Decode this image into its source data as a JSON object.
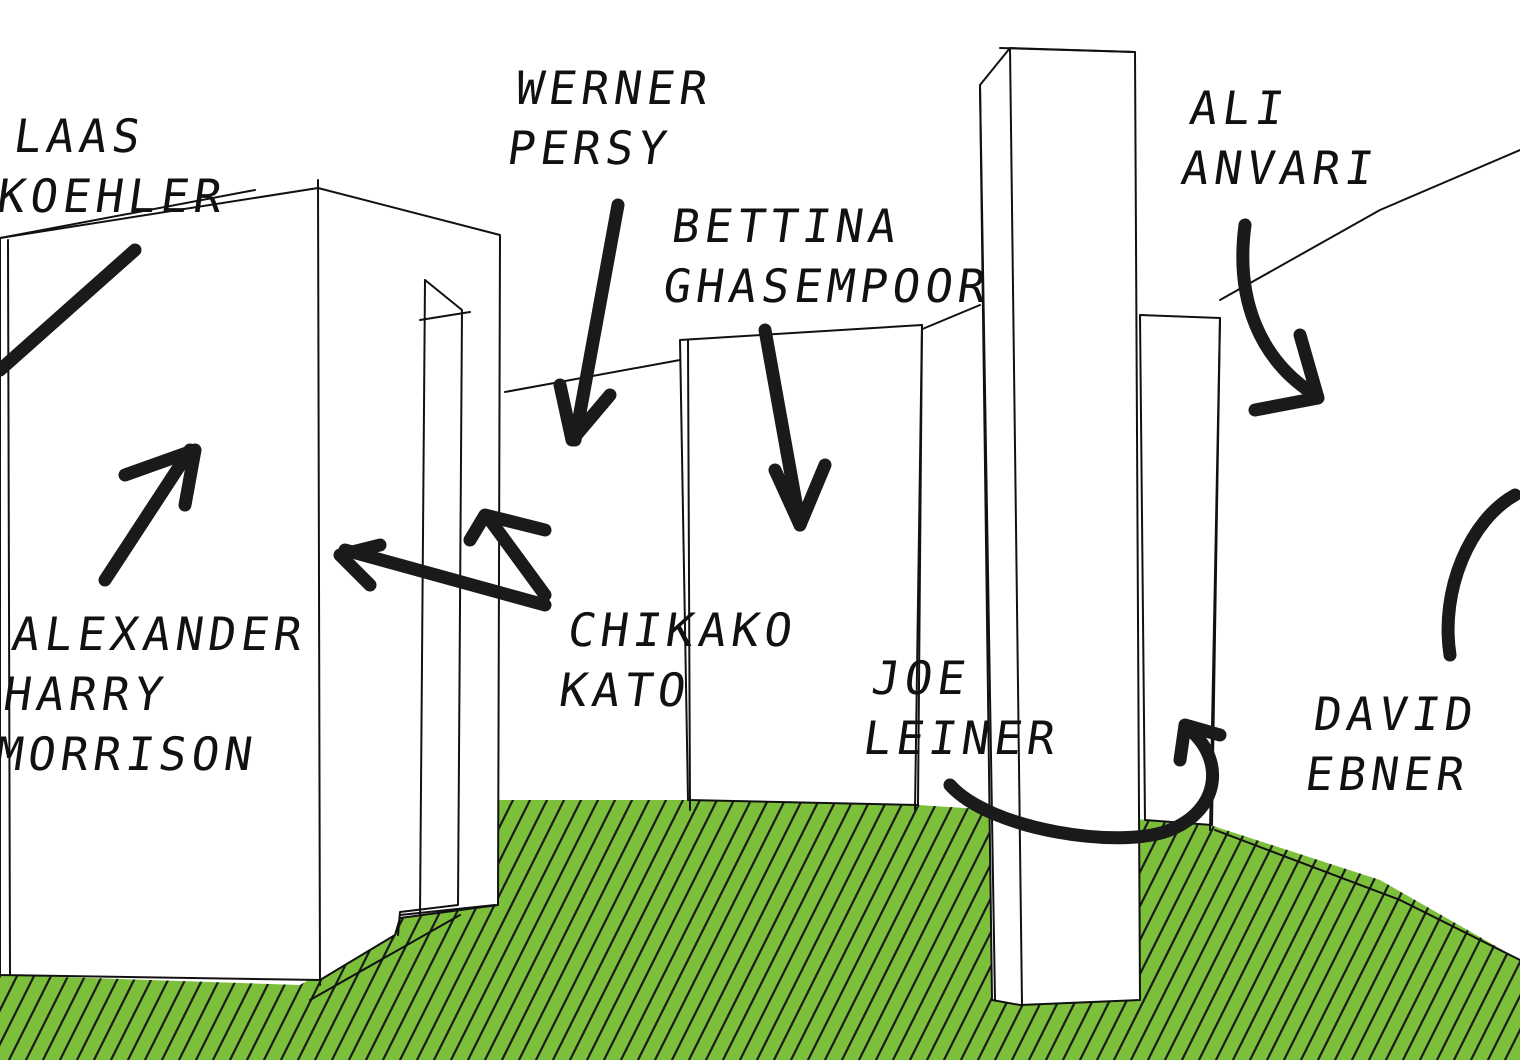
{
  "colors": {
    "ink": "#111111",
    "floor": "#7cbf3a",
    "hatch": "#1a1a1a",
    "paper": "#ffffff"
  },
  "names": [
    {
      "id": "klaas-koehler",
      "line1": "LAAS",
      "line2": "KOEHLER"
    },
    {
      "id": "werner-persy",
      "line1": "WERNER",
      "line2": "PERSY"
    },
    {
      "id": "bettina-ghasempoor",
      "line1": "BETTINA",
      "line2": "GHASEMPOOR"
    },
    {
      "id": "ali-anvari",
      "line1": "ALI",
      "line2": "ANVARI"
    },
    {
      "id": "alexander-harry-morrison",
      "line1": "ALEXANDER",
      "line2": "HARRY",
      "line3": "MORRISON"
    },
    {
      "id": "chikako-kato",
      "line1": "CHIKAKO",
      "line2": "KATO"
    },
    {
      "id": "joe-leiner",
      "line1": "JOE",
      "line2": "LEINER"
    },
    {
      "id": "david-ebner",
      "line1": "DAVID",
      "line2": "EBNER"
    }
  ]
}
